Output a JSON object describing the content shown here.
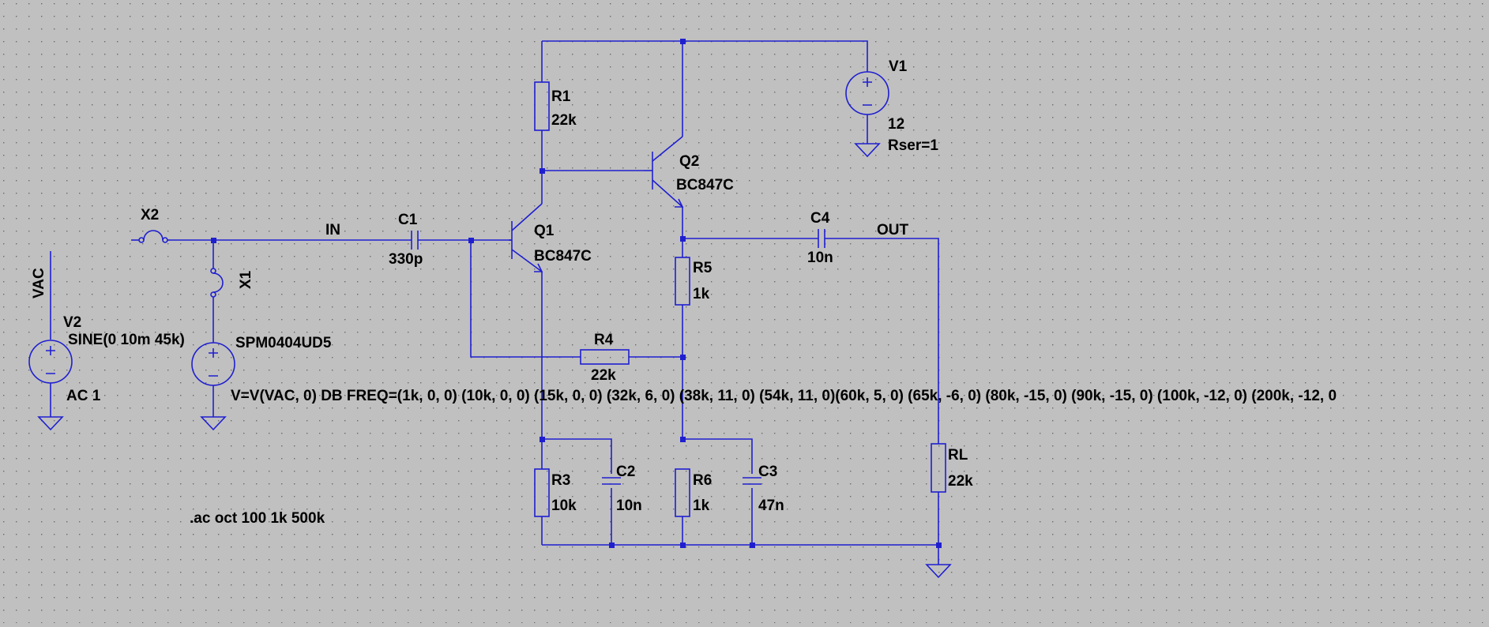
{
  "schematic": {
    "colors": {
      "background": "#c0c0c0",
      "wire": "#1f1fd0",
      "grid": "#6a6a6a",
      "text": "#000000"
    },
    "labels": {
      "net_vac": "VAC",
      "net_in": "IN",
      "net_out": "OUT",
      "spice_directive": ".ac oct 100 1k 500k",
      "behavioral_source": "V=V(VAC, 0) DB FREQ=(1k, 0, 0) (10k, 0, 0) (15k, 0, 0) (32k, 6, 0) (38k, 11, 0) (54k, 11, 0)(60k, 5, 0) (65k, -6, 0) (80k, -15, 0) (90k, -15, 0) (100k, -12, 0) (200k, -12, 0"
    },
    "components": {
      "v1": {
        "name": "V1",
        "value": "12",
        "extra": "Rser=1",
        "icon": "voltage-source-icon"
      },
      "v2": {
        "name": "V2",
        "value": "SINE(0 10m 45k)",
        "extra": "AC 1",
        "icon": "voltage-source-icon"
      },
      "x1": {
        "name": "X1",
        "value": "SPM0404UD5",
        "icon": "subcircuit-icon"
      },
      "x2": {
        "name": "X2",
        "icon": "subcircuit-icon"
      },
      "r1": {
        "name": "R1",
        "value": "22k"
      },
      "r3": {
        "name": "R3",
        "value": "10k"
      },
      "r4": {
        "name": "R4",
        "value": "22k"
      },
      "r5": {
        "name": "R5",
        "value": "1k"
      },
      "r6": {
        "name": "R6",
        "value": "1k"
      },
      "rl": {
        "name": "RL",
        "value": "22k"
      },
      "c1": {
        "name": "C1",
        "value": "330p"
      },
      "c2": {
        "name": "C2",
        "value": "10n"
      },
      "c3": {
        "name": "C3",
        "value": "47n"
      },
      "c4": {
        "name": "C4",
        "value": "10n"
      },
      "q1": {
        "name": "Q1",
        "value": "BC847C",
        "icon": "npn-transistor-icon"
      },
      "q2": {
        "name": "Q2",
        "value": "BC847C",
        "icon": "npn-transistor-icon"
      }
    }
  }
}
